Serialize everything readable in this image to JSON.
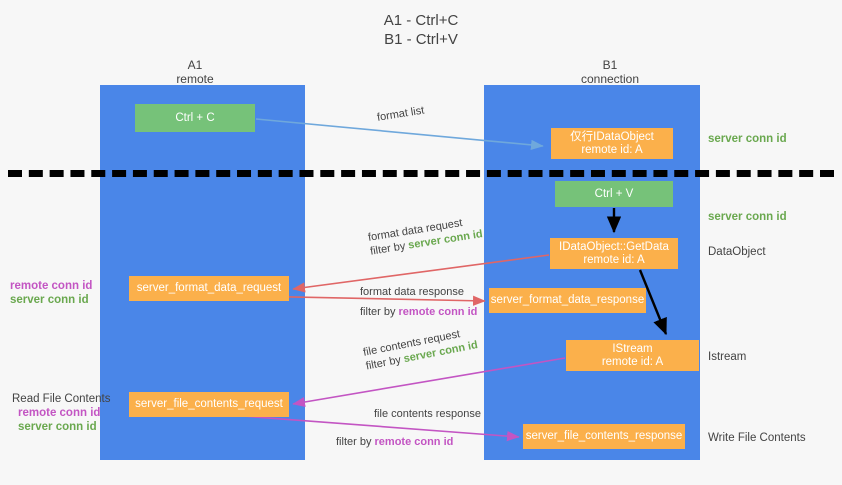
{
  "title": {
    "line1": "A1 - Ctrl+C",
    "line2": "B1 - Ctrl+V"
  },
  "lanes": [
    {
      "id": "a1",
      "name": "A1",
      "role": "remote"
    },
    {
      "id": "b1",
      "name": "B1",
      "role": "connection"
    }
  ],
  "nodes": {
    "ctrl_c": {
      "line1": "Ctrl + C",
      "line2": ""
    },
    "idataobject": {
      "line1": "仅行IDataObject",
      "line2": "remote id: A"
    },
    "ctrl_v": {
      "line1": "Ctrl + V",
      "line2": ""
    },
    "getdata": {
      "line1": "IDataObject::GetData",
      "line2": "remote id: A"
    },
    "format_data_request": {
      "line1": "server_format_data_request",
      "line2": ""
    },
    "format_data_response": {
      "line1": "server_format_data_response",
      "line2": ""
    },
    "istream": {
      "line1": "IStream",
      "line2": "remote id: A"
    },
    "file_contents_request": {
      "line1": "server_file_contents_request",
      "line2": ""
    },
    "file_contents_response": {
      "line1": "server_file_contents_response",
      "line2": ""
    }
  },
  "captions": {
    "format_list": "format list",
    "format_data_request": "format data request",
    "format_data_request_filter_prefix": "filter by ",
    "format_data_request_filter_value": "server conn id",
    "format_data_response": "format data response",
    "format_data_response_filter_prefix": "filter by ",
    "format_data_response_filter_value": "remote conn id",
    "file_contents_request": "file contents request",
    "file_contents_request_filter_prefix": "filter by ",
    "file_contents_request_filter_value": "server conn id",
    "file_contents_response": "file contents response",
    "file_contents_response_filter_prefix": "filter by ",
    "file_contents_response_filter_value": "remote conn id"
  },
  "side_labels": {
    "server_conn_id_top": "server conn id",
    "server_conn_id_mid": "server conn id",
    "dataobject": "DataObject",
    "istream": "Istream",
    "write_file_contents": "Write File Contents",
    "read_file_contents": "Read File Contents",
    "remote_conn_id": "remote conn id",
    "server_conn_id": "server conn id"
  },
  "colors": {
    "lane": "#4a86e8",
    "green_node": "#76c279",
    "orange_node": "#fbb04b",
    "green_text": "#6aa84f",
    "magenta_text": "#c355c3",
    "blue_arrow": "#6fa8dc",
    "red_arrow": "#e06666",
    "magenta_arrow": "#c355c3",
    "black_arrow": "#000000",
    "background": "#f7f7f7"
  }
}
